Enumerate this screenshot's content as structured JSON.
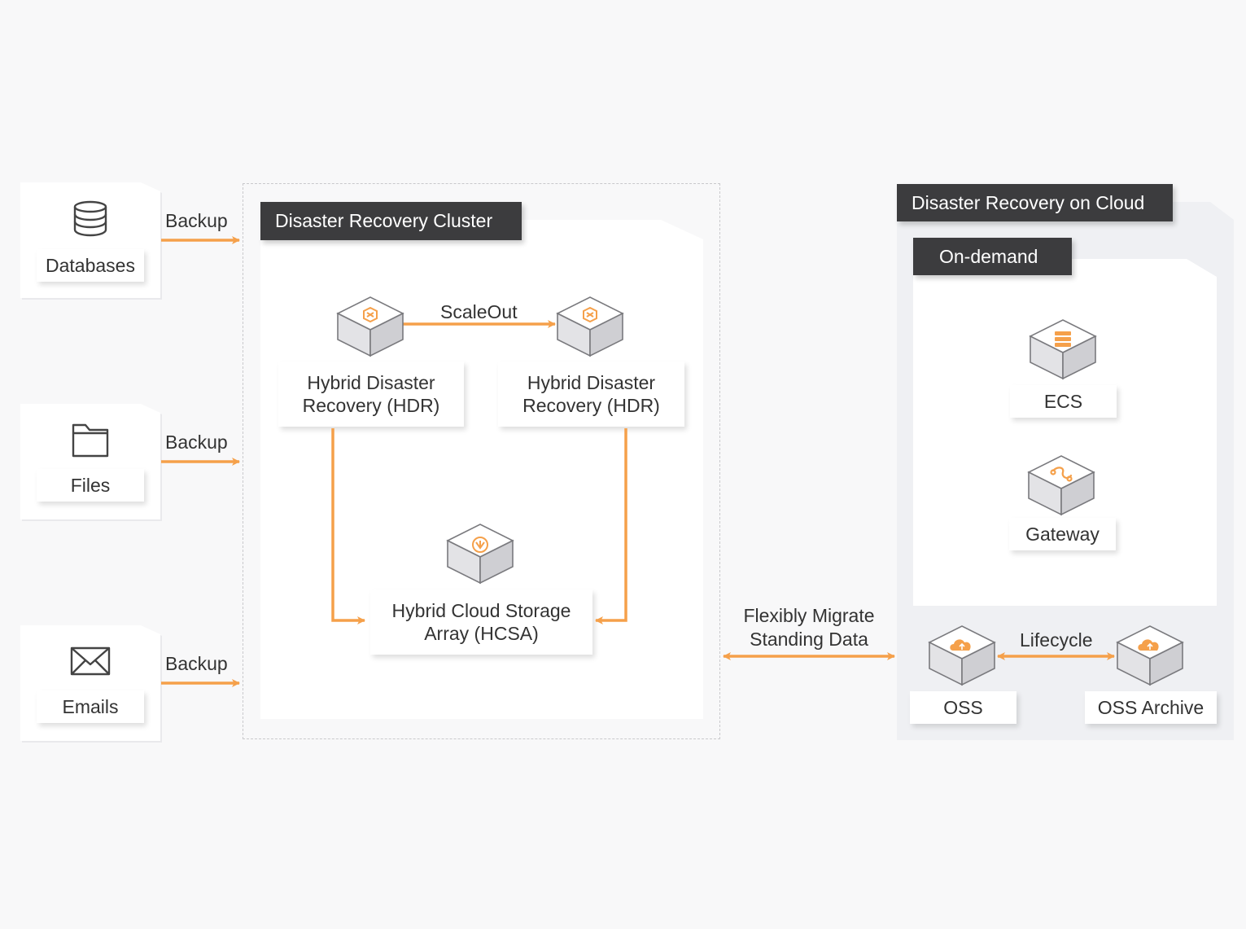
{
  "sources": [
    {
      "label": "Databases",
      "icon": "database-icon",
      "arrow_label": "Backup"
    },
    {
      "label": "Files",
      "icon": "folder-icon",
      "arrow_label": "Backup"
    },
    {
      "label": "Emails",
      "icon": "mail-icon",
      "arrow_label": "Backup"
    }
  ],
  "cluster": {
    "title": "Disaster Recovery Cluster",
    "scaleout_label": "ScaleOut",
    "hdr_left": {
      "line1": "Hybrid Disaster",
      "line2": "Recovery (HDR)",
      "icon": "hdr-cube-icon"
    },
    "hdr_right": {
      "line1": "Hybrid Disaster",
      "line2": "Recovery (HDR)",
      "icon": "hdr-cube-icon"
    },
    "hcsa": {
      "line1": "Hybrid Cloud Storage",
      "line2": "Array (HCSA)",
      "icon": "hcsa-cube-icon"
    }
  },
  "migrate": {
    "line1": "Flexibly Migrate",
    "line2": "Standing Data"
  },
  "cloud": {
    "title": "Disaster Recovery on Cloud",
    "ondemand": {
      "title": "On-demand",
      "ecs": {
        "label": "ECS",
        "icon": "ecs-server-icon"
      },
      "gateway": {
        "label": "Gateway",
        "icon": "gateway-icon"
      }
    },
    "lifecycle_label": "Lifecycle",
    "oss": {
      "label": "OSS",
      "icon": "oss-cloud-icon"
    },
    "oss_archive": {
      "label": "OSS Archive",
      "icon": "oss-archive-cloud-icon"
    }
  },
  "colors": {
    "accent": "#f5a04a",
    "dark_title": "#3c3c3e",
    "panel": "#eff0f3",
    "text": "#333333"
  }
}
